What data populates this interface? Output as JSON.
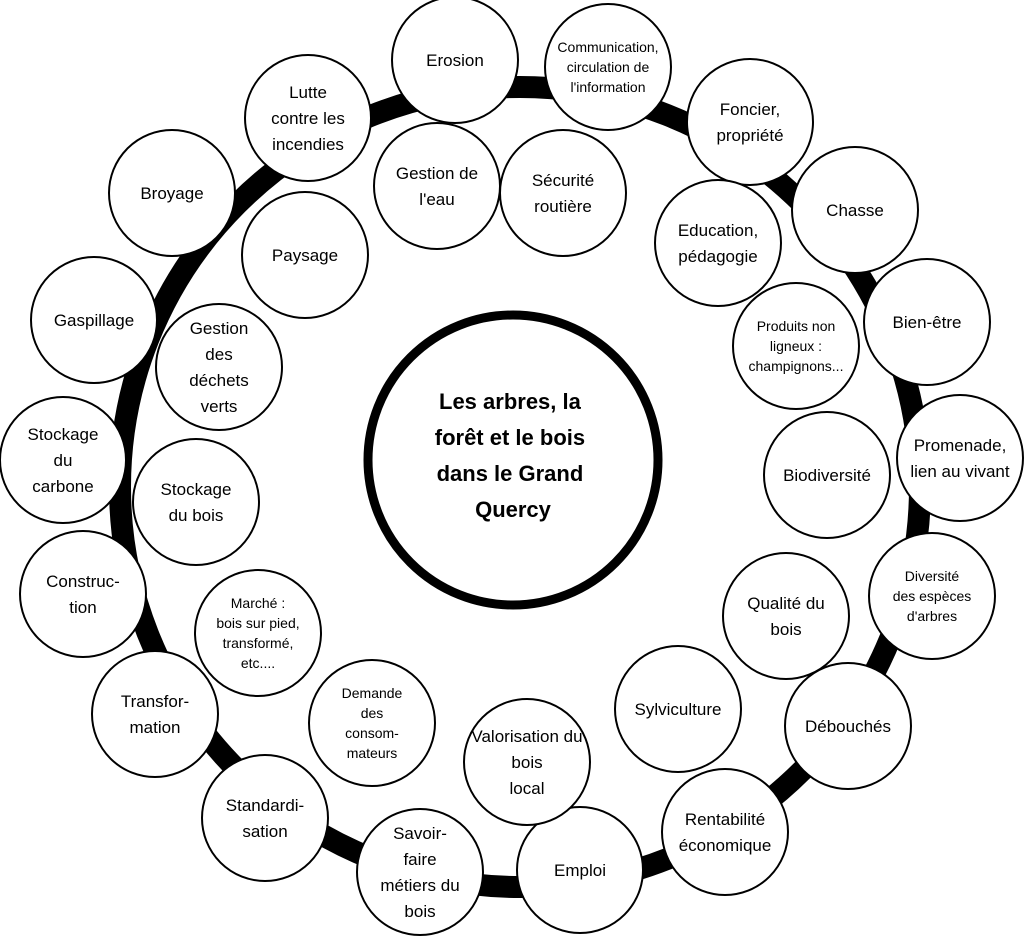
{
  "center": {
    "lines": [
      "Les arbres, la",
      "forêt et le bois",
      "dans le Grand",
      "Quercy"
    ]
  },
  "outer_ring": [
    {
      "id": "erosion",
      "lines": [
        "Erosion"
      ]
    },
    {
      "id": "communication",
      "lines": [
        "Communication,",
        "circulation de",
        "l'information"
      ]
    },
    {
      "id": "foncier",
      "lines": [
        "Foncier,",
        "propriété"
      ]
    },
    {
      "id": "chasse",
      "lines": [
        "Chasse"
      ]
    },
    {
      "id": "bien-etre",
      "lines": [
        "Bien-être"
      ]
    },
    {
      "id": "promenade",
      "lines": [
        "Promenade,",
        "lien au vivant"
      ]
    },
    {
      "id": "diversite-especes",
      "lines": [
        "Diversité",
        "des espèces",
        "d'arbres"
      ]
    },
    {
      "id": "debouches",
      "lines": [
        "Débouchés"
      ]
    },
    {
      "id": "rentabilite",
      "lines": [
        "Rentabilité",
        "économique"
      ]
    },
    {
      "id": "emploi",
      "lines": [
        "Emploi"
      ]
    },
    {
      "id": "savoir-faire",
      "lines": [
        "Savoir-",
        "faire",
        "métiers du",
        "bois"
      ]
    },
    {
      "id": "standardisation",
      "lines": [
        "Standardi-",
        "sation"
      ]
    },
    {
      "id": "transformation",
      "lines": [
        "Transfor-",
        "mation"
      ]
    },
    {
      "id": "construction",
      "lines": [
        "Construc-",
        "tion"
      ]
    },
    {
      "id": "stockage-carbone",
      "lines": [
        "Stockage",
        "du",
        "carbone"
      ]
    },
    {
      "id": "gaspillage",
      "lines": [
        "Gaspillage"
      ]
    },
    {
      "id": "broyage",
      "lines": [
        "Broyage"
      ]
    },
    {
      "id": "lutte-incendies",
      "lines": [
        "Lutte",
        "contre les",
        "incendies"
      ]
    }
  ],
  "inner_ring": [
    {
      "id": "gestion-eau",
      "lines": [
        "Gestion de",
        "l'eau"
      ]
    },
    {
      "id": "securite-routiere",
      "lines": [
        "Sécurité",
        "routière"
      ]
    },
    {
      "id": "education",
      "lines": [
        "Education,",
        "pédagogie"
      ]
    },
    {
      "id": "produits-non-ligneux",
      "lines": [
        "Produits non",
        "ligneux :",
        "champignons..."
      ]
    },
    {
      "id": "biodiversite",
      "lines": [
        "Biodiversité"
      ]
    },
    {
      "id": "qualite-bois",
      "lines": [
        "Qualité du",
        "bois"
      ]
    },
    {
      "id": "sylviculture",
      "lines": [
        "Sylviculture"
      ]
    },
    {
      "id": "valorisation",
      "lines": [
        "Valorisation du",
        "bois",
        "local"
      ]
    },
    {
      "id": "demande",
      "lines": [
        "Demande",
        "des",
        "consom-",
        "mateurs"
      ]
    },
    {
      "id": "marche",
      "lines": [
        "Marché :",
        "bois sur pied,",
        "transformé,",
        "etc...."
      ]
    },
    {
      "id": "stockage-bois",
      "lines": [
        "Stockage",
        "du bois"
      ]
    },
    {
      "id": "dechets-verts",
      "lines": [
        "Gestion",
        "des",
        "déchets",
        "verts"
      ]
    },
    {
      "id": "paysage",
      "lines": [
        "Paysage"
      ]
    }
  ]
}
